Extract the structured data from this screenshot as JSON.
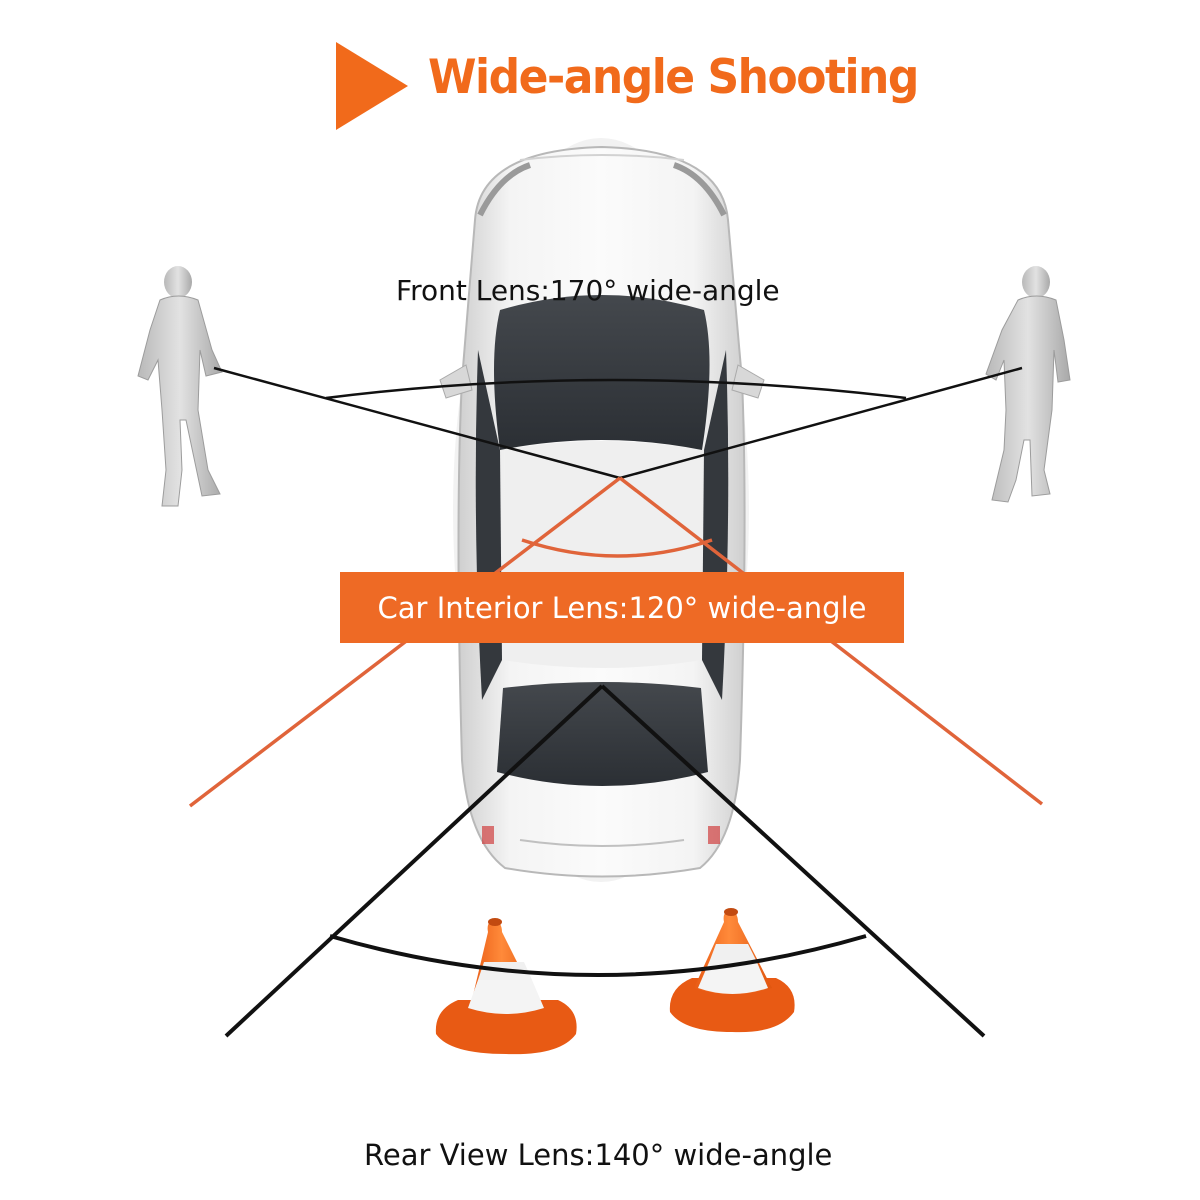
{
  "title": {
    "text": "Wide-angle Shooting",
    "color": "#f16a1b",
    "icon": "play-triangle-icon"
  },
  "lenses": {
    "front": {
      "label": "Front Lens:170° wide-angle"
    },
    "interior": {
      "label": "Car Interior Lens:120° wide-angle",
      "color": "#ee6a25"
    },
    "rear": {
      "label": "Rear View Lens:140° wide-angle"
    }
  },
  "scene": {
    "objects": [
      "car-top-view",
      "person-left",
      "person-right",
      "traffic-cone-left",
      "traffic-cone-right"
    ],
    "line_colors": {
      "front": "#111111",
      "interior": "#e0643a",
      "rear": "#111111"
    }
  }
}
